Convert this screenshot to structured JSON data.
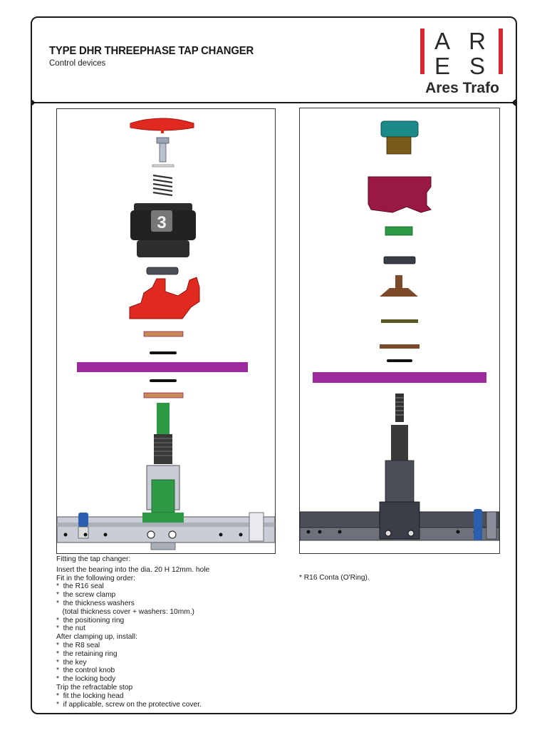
{
  "header": {
    "title": "TYPE DHR THREEPHASE TAP CHANGER",
    "subtitle": "Control devices"
  },
  "logo": {
    "letters_top": [
      "A",
      "R"
    ],
    "letters_bottom": [
      "E",
      "S"
    ],
    "brand": "Ares Trafo",
    "color": "#d7282f"
  },
  "left_figure": {
    "knob_number": "3"
  },
  "instructions": [
    "Fitting the tap changer:",
    "Insert the bearing into the dia. 20 H 12mm. hole",
    "Fit in the following order:",
    "*  the R16 seal",
    "*  the screw clamp",
    "*  the thickness washers",
    "   (total thickness cover + washers: 10mm.)",
    "*  the positioning ring",
    "*  the nut",
    "After clamping up, install:",
    "*  the R8 seal",
    "*  the retaining ring",
    "*  the key",
    "*  the control knob",
    "*  the locking body",
    "Trip the refractable stop",
    "*  fit the locking head",
    "*  if applicable, screw on the protective cover."
  ],
  "right_note": "*  R16 Conta (O'Ring).",
  "colors": {
    "red_part": "#e02a1f",
    "purple_plate": "#9c2a9c",
    "green_shaft": "#2e9a45",
    "dark_body": "#2c2c2c",
    "teal_knob": "#1d8a8a",
    "maroon_body": "#9a1845",
    "copper_washer": "#c98a5a"
  }
}
